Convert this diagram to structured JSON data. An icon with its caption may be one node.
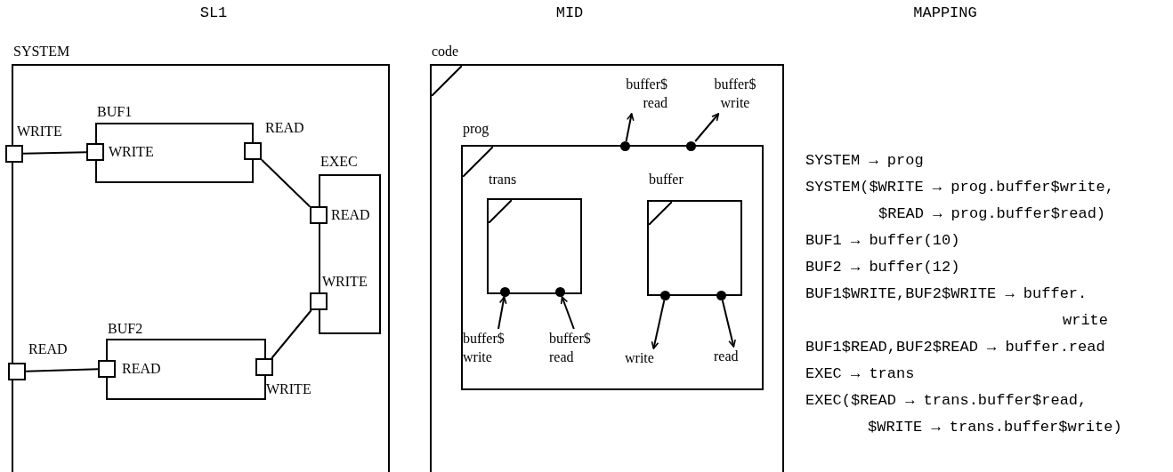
{
  "diagram": {
    "nodes": [
      {
        "text": [
          "SYSTEM"
        ]
      },
      {
        "text": [
          "BUF1"
        ],
        "in": 0
      },
      {
        "text": [
          "WRITE"
        ],
        "in": 0
      },
      {
        "text": [
          "WRITE"
        ],
        "in": 1
      },
      {
        "text": [
          "READ"
        ],
        "in": 1
      },
      {
        "text": [
          "EXEC"
        ],
        "in": 0
      },
      {
        "text": [
          "READ"
        ],
        "in": 5
      },
      {
        "text": [
          "WRITE"
        ],
        "in": 5
      },
      {
        "text": [
          "BUF2"
        ],
        "in": 0
      },
      {
        "text": [
          "READ"
        ],
        "in": 0
      },
      {
        "text": [
          "READ"
        ],
        "in": 8
      },
      {
        "text": [
          "WRITE"
        ],
        "in": 8
      },
      {
        "text": [
          "code"
        ]
      },
      {
        "text": [
          "buffer$ read"
        ],
        "in": 12
      },
      {
        "text": [
          "buffer$ write"
        ],
        "in": 12
      },
      {
        "text": [
          "prog"
        ],
        "in": 12
      },
      {
        "text": [],
        "shape": "circle",
        "in": 15
      },
      {
        "text": [],
        "shape": "circle",
        "in": 15
      },
      {
        "text": [
          "trans"
        ],
        "in": 15
      },
      {
        "text": [
          "buffer"
        ],
        "in": 15
      },
      {
        "text": [],
        "shape": "circle",
        "in": 18
      },
      {
        "text": [],
        "shape": "circle",
        "in": 18
      },
      {
        "text": [],
        "shape": "circle",
        "in": 19
      },
      {
        "text": [],
        "shape": "circle",
        "in": 19
      },
      {
        "text": [
          "buffer$ write"
        ],
        "in": 15
      },
      {
        "text": [
          "buffer$ read"
        ],
        "in": 15
      },
      {
        "text": [
          "write"
        ],
        "in": 15
      },
      {
        "text": [
          "read"
        ],
        "in": 15
      }
    ],
    "edges": [
      {
        "from": 2,
        "to": 3,
        "arrow": "none"
      },
      {
        "from": 4,
        "to": 6,
        "arrow": "none"
      },
      {
        "from": 7,
        "to": 11,
        "arrow": "none"
      },
      {
        "from": 9,
        "to": 10,
        "arrow": "none"
      },
      {
        "from": 16,
        "to": 13,
        "arrow": "to"
      },
      {
        "from": 17,
        "to": 14,
        "arrow": "to"
      },
      {
        "from": 24,
        "to": 20,
        "arrow": "to"
      },
      {
        "from": 25,
        "to": 21,
        "arrow": "to"
      },
      {
        "from": 22,
        "to": 26,
        "arrow": "to"
      },
      {
        "from": 23,
        "to": 27,
        "arrow": "to"
      }
    ],
    "labels": [
      "SL1",
      "MID",
      "MAPPING",
      "SYSTEM → prog",
      "SYSTEM($WRITE → prog.buffer$write, $READ → prog.buffer$read)",
      "BUF1 → buffer(10)",
      "BUF2 → buffer(12)",
      "BUF1$WRITE,BUF2$WRITE → buffer. write",
      "BUF1$READ,BUF2$READ → buffer.read",
      "EXEC → trans",
      "EXEC($READ → trans.buffer$read, $WRITE → trans.buffer$write)"
    ]
  }
}
